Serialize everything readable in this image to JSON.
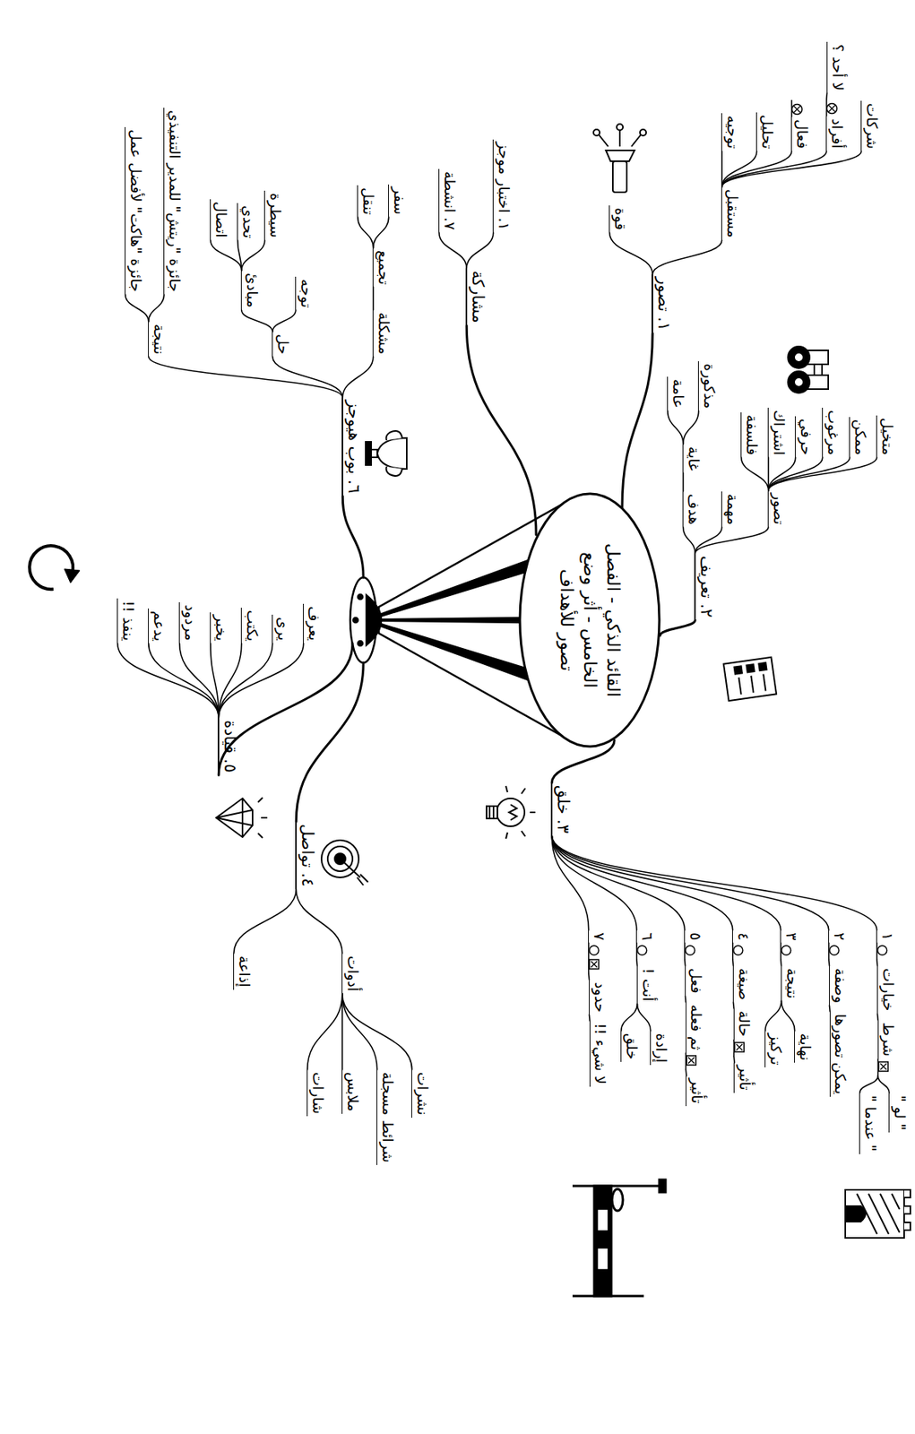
{
  "diagram": {
    "nodes": [
      {
        "text": [
          "القائد الذكي - الفصل الخامس - أثر وضع تصور للأهداف"
        ]
      }
    ],
    "labels": [
      "١. تصور",
      "قوة",
      "مستقبل",
      "شركات",
      "أفراد",
      "لا أحد ؟",
      "فعال",
      "تحليل",
      "توجيه",
      "٢. تعريف",
      "تصور",
      "متخيل",
      "ممكن",
      "مرغوب",
      "حرفي",
      "اشتراك",
      "فلسفة",
      "مهمة",
      "هدف",
      "غاية",
      "مذكورة",
      "عامة",
      "٣. خلق",
      "١",
      "خيارات",
      "شرط",
      "\" لو \"",
      "\" عندما \"",
      "٢",
      "وصفة",
      "يمكن تصورها",
      "٣",
      "نتيجة",
      "نهاية",
      "تركيز",
      "٤",
      "صيغة",
      "حالة",
      "تأثير",
      "٥",
      "فعل",
      "ثم فعله",
      "تأثير",
      "٦",
      "أنت !",
      "إرادة",
      "خلق",
      "٧",
      "حدود",
      "لا شيء !!",
      "مشاركة",
      "١. اختبار موجز",
      "٧. انشطة",
      "٦. بوب هيوجز",
      "مشكلة",
      "تجميع",
      "سفر",
      "تنقل",
      "حل",
      "توجه",
      "مبادئ",
      "سيطرة",
      "تحدي",
      "اتصال",
      "نتيجة",
      "جائزة \"ريتش\" للمدير التنفيذي",
      "جائزة \"هاكت\" لأفضل عمل",
      "٥. قيادة",
      "يعرف",
      "يرى",
      "يكتب",
      "يخبر",
      "مردود",
      "يدعم",
      "ينفذ !!",
      "٤. تواصل",
      "أدوات",
      "نشرات",
      "شرائط مسجلة",
      "ملابس",
      "شارات",
      "إذاعة"
    ]
  }
}
